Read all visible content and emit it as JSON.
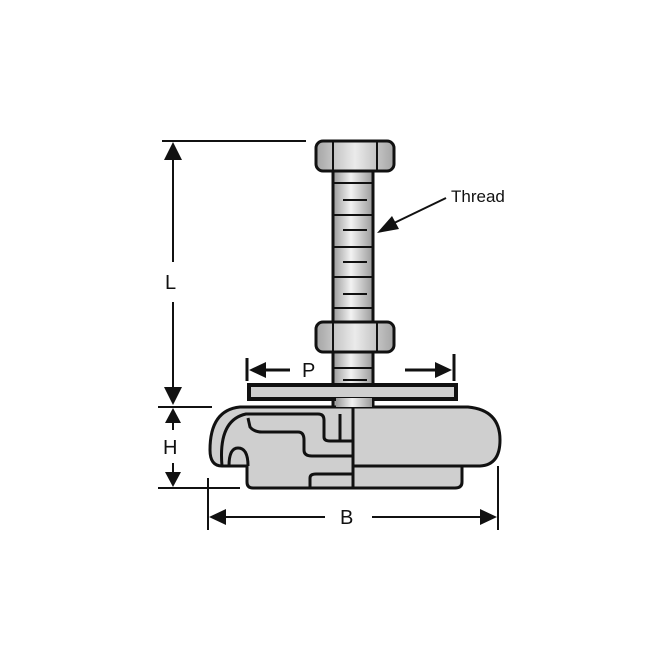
{
  "diagram": {
    "subject": "Levelling foot / anti-vibration mount dimension drawing",
    "labels": {
      "thread": "Thread",
      "length": "L",
      "pad_width": "P",
      "height": "H",
      "base_diameter": "B"
    },
    "colors": {
      "outline": "#111111",
      "metal_fill": "#c8c8c8",
      "metal_highlight": "#eeeeee",
      "base_fill": "#cfcfcf",
      "background": "#ffffff"
    }
  }
}
